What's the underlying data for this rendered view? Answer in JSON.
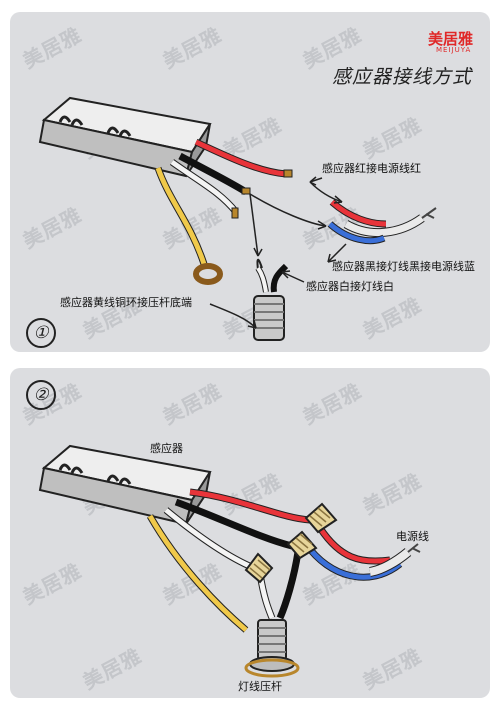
{
  "brand": {
    "name": "美居雅",
    "sub": "MEIJUYA",
    "watermark": "美居雅"
  },
  "title": "感应器接线方式",
  "panel1": {
    "step": "①",
    "labels": {
      "red": "感应器红接电源线红",
      "black": "感应器黑接灯线黑接电源线蓝",
      "white": "感应器白接灯线白",
      "yellow": "感应器黄线铜环接压杆底端"
    }
  },
  "panel2": {
    "step": "②",
    "labels": {
      "sensor": "感应器",
      "power": "电源线",
      "lamp_rod": "灯线压杆"
    }
  },
  "colors": {
    "red_wire": "#e8343a",
    "blue_wire": "#3a6fd8",
    "yellow_wire": "#f0c94a",
    "black_wire": "#222222",
    "white_wire": "#f4f4f4",
    "brand_red": "#e02828",
    "panel_bg": "#dcdde0"
  }
}
